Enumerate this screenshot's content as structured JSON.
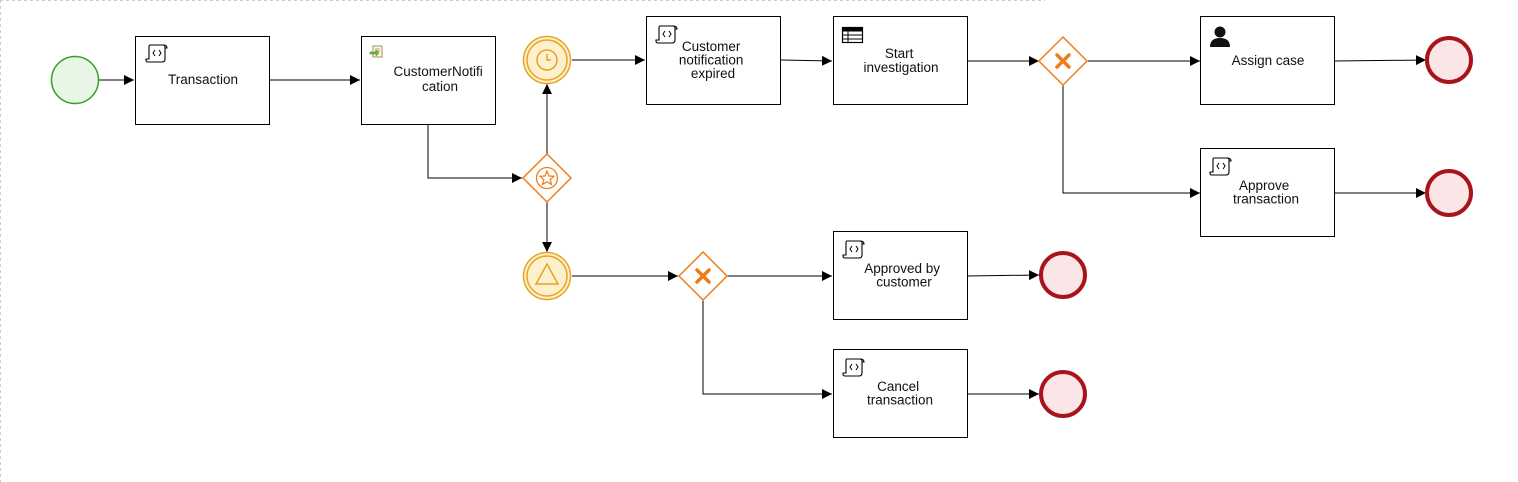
{
  "diagram": {
    "colors": {
      "start_stroke": "#3a9a2e",
      "start_fill": "#e8f6e5",
      "end_stroke": "#a8141b",
      "end_fill": "#fbe5e6",
      "intermediate_stroke": "#e8a323",
      "intermediate_fill": "#fdf0cc",
      "gateway_stroke": "#ee7d1a",
      "task_stroke": "#000000",
      "edge": "#000000"
    },
    "tasks": {
      "transaction": {
        "lines": [
          "Transaction"
        ],
        "icon": "script-icon"
      },
      "customer_notification": {
        "lines": [
          "CustomerNotifi",
          "cation"
        ],
        "icon": "send-task-icon"
      },
      "notification_expired": {
        "lines": [
          "Customer",
          "notification",
          "expired"
        ],
        "icon": "script-icon"
      },
      "start_investigation": {
        "lines": [
          "Start",
          "investigation"
        ],
        "icon": "business-rule-icon"
      },
      "assign_case": {
        "lines": [
          "Assign case"
        ],
        "icon": "user-icon"
      },
      "approve_transaction": {
        "lines": [
          "Approve",
          "transaction"
        ],
        "icon": "script-icon"
      },
      "approved_by_customer": {
        "lines": [
          "Approved by",
          "customer"
        ],
        "icon": "script-icon"
      },
      "cancel_transaction": {
        "lines": [
          "Cancel",
          "transaction"
        ],
        "icon": "script-icon"
      }
    },
    "events": {
      "start": "start-event",
      "timer": "timer-icon",
      "signal": "signal-icon",
      "end_assign": "end-event",
      "end_approve": "end-event",
      "end_approved_customer": "end-event",
      "end_cancel": "end-event"
    },
    "gateways": {
      "event_based": "event-based-gateway-icon",
      "exclusive_top": "exclusive-gateway-icon",
      "exclusive_bottom": "exclusive-gateway-icon"
    }
  }
}
